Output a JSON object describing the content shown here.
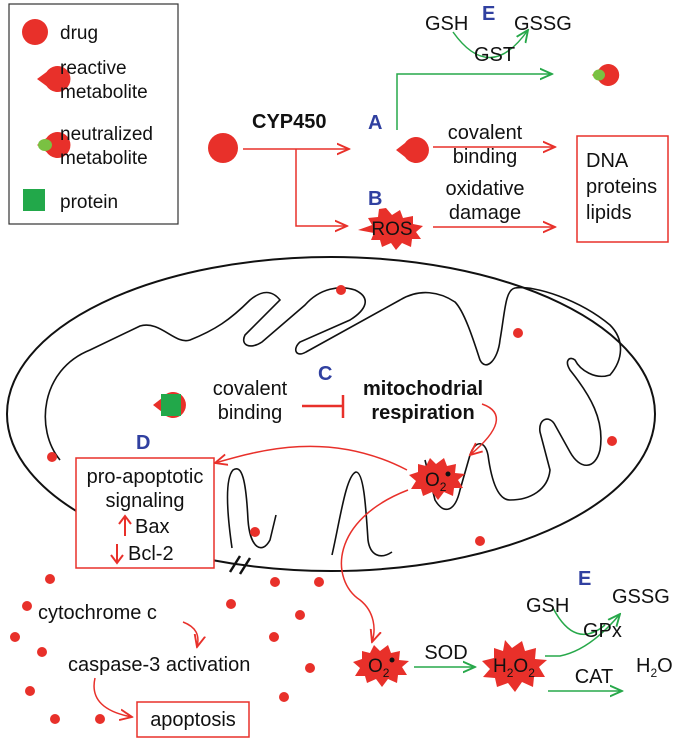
{
  "colors": {
    "red": "#e8302a",
    "green": "#27a84a",
    "blue": "#3040a0",
    "ink": "#111111"
  },
  "legend": {
    "drug": "drug",
    "reactive_1": "reactive",
    "reactive_2": "metabolite",
    "neutral_1": "neutralized",
    "neutral_2": "metabolite",
    "protein": "protein"
  },
  "labels": {
    "cyp450": "CYP450",
    "A": "A",
    "B": "B",
    "C": "C",
    "D": "D",
    "E": "E",
    "gsh": "GSH",
    "gssg": "GSSG",
    "gst": "GST",
    "covalent_binding_1": "covalent",
    "covalent_binding_2": "binding",
    "oxidative_1": "oxidative",
    "oxidative_2": "damage",
    "ros": "ROS",
    "dna": "DNA",
    "proteins": "proteins",
    "lipids": "lipids",
    "cov2_1": "covalent",
    "cov2_2": "binding",
    "mito_1": "mitochodrial",
    "mito_2": "respiration",
    "proapo_1": "pro-apoptotic",
    "proapo_2": "signaling",
    "bax": "Bax",
    "bcl2": "Bcl-2",
    "cytochrome": "cytochrome c",
    "caspase": "caspase-3 activation",
    "apoptosis": "apoptosis",
    "o2": "O",
    "o2_sub": "2",
    "sod": "SOD",
    "h2o2_h": "H",
    "h2o2_2a": "2",
    "h2o2_o": "O",
    "h2o2_2b": "2",
    "gsh2": "GSH",
    "gssg2": "GSSG",
    "gpx": "GPx",
    "cat": "CAT",
    "h2o_h": "H",
    "h2o_2": "2",
    "h2o_o": "O"
  }
}
